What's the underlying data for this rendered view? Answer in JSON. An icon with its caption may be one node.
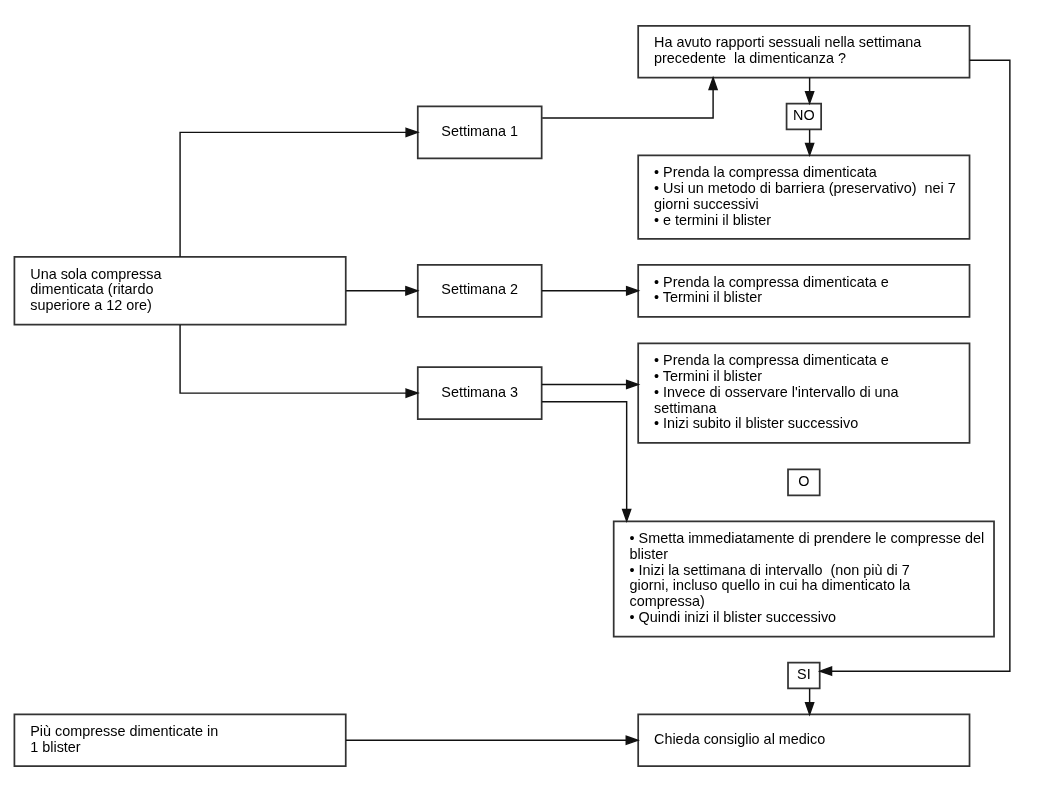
{
  "diagram": {
    "nodes": [
      {
        "text": [
          "Più compresse dimenticate in 1 blister"
        ]
      },
      {
        "text": [
          "Chieda consiglio al medico"
        ]
      },
      {
        "text": [
          "Settimana 1"
        ]
      },
      {
        "text": [
          "Ha avuto rapporti sessuali nella settimana precedente  la dimenticanza ?"
        ]
      },
      {
        "text": [
          "SI"
        ]
      },
      {
        "text": [
          "NO"
        ]
      },
      {
        "text": [
          "• Prenda la compressa dimenticata",
          "• Usi un metodo di barriera (preservativo)  nei 7 giorni successivi",
          "• e termini il blister"
        ]
      },
      {
        "text": [
          "Una sola compressa dimenticata (ritardo superiore a 12 ore)"
        ]
      },
      {
        "text": [
          "Settimana 2"
        ]
      },
      {
        "text": [
          "• Prenda la compressa dimenticata e",
          "• Termini il blister"
        ]
      },
      {
        "text": [
          "Settimana 3"
        ]
      },
      {
        "text": [
          "• Prenda la compressa dimenticata e",
          "• Termini il blister",
          "• Invece di osservare l'intervallo di una settimana",
          "• Inizi subito il blister successivo"
        ]
      },
      {
        "text": [
          "O"
        ]
      },
      {
        "text": [
          "• Smetta immediatamente di prendere le compresse del blister",
          "• Inizi la settimana di intervallo  (non più di 7 giorni, incluso quello in cui ha dimenticato la compressa)",
          "• Quindi inizi il blister successivo"
        ]
      }
    ],
    "edges": [
      {
        "from": 0,
        "to": 1,
        "arrow": "to"
      },
      {
        "from": 7,
        "to": 2,
        "arrow": "to"
      },
      {
        "from": 7,
        "to": 8,
        "arrow": "to"
      },
      {
        "from": 7,
        "to": 10,
        "arrow": "to"
      },
      {
        "from": 2,
        "to": 3,
        "arrow": "to"
      },
      {
        "from": 3,
        "to": 4,
        "arrow": "to"
      },
      {
        "from": 4,
        "to": 1,
        "arrow": "to"
      },
      {
        "from": 3,
        "to": 5,
        "arrow": "to"
      },
      {
        "from": 5,
        "to": 6,
        "arrow": "to"
      },
      {
        "from": 8,
        "to": 9,
        "arrow": "to"
      },
      {
        "from": 10,
        "to": 11,
        "arrow": "to"
      },
      {
        "from": 10,
        "to": 13,
        "arrow": "to"
      }
    ]
  }
}
